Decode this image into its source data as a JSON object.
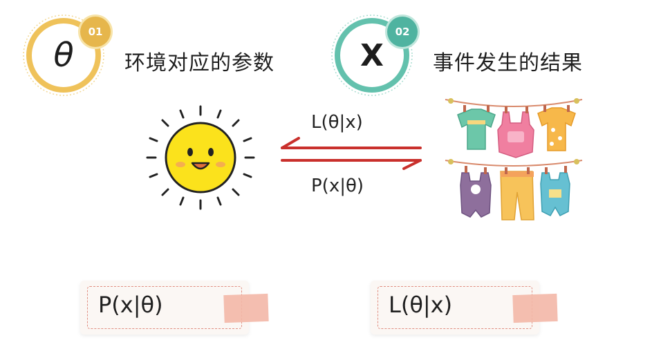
{
  "item1": {
    "symbol": "θ",
    "number": "01",
    "label": "环境对应的参数",
    "ring_color": "#efc25a",
    "badge_color": "#e6b64c"
  },
  "item2": {
    "symbol": "X",
    "number": "02",
    "label": "事件发生的结果",
    "ring_color": "#63c1ad",
    "badge_color": "#4fb3a0"
  },
  "relation": {
    "top_label": "L(θ|x)",
    "bottom_label": "P(x|θ)",
    "arrow_color": "#c9302c"
  },
  "cards": [
    {
      "text": "P(x|θ)"
    },
    {
      "text": "L(θ|x)"
    }
  ]
}
